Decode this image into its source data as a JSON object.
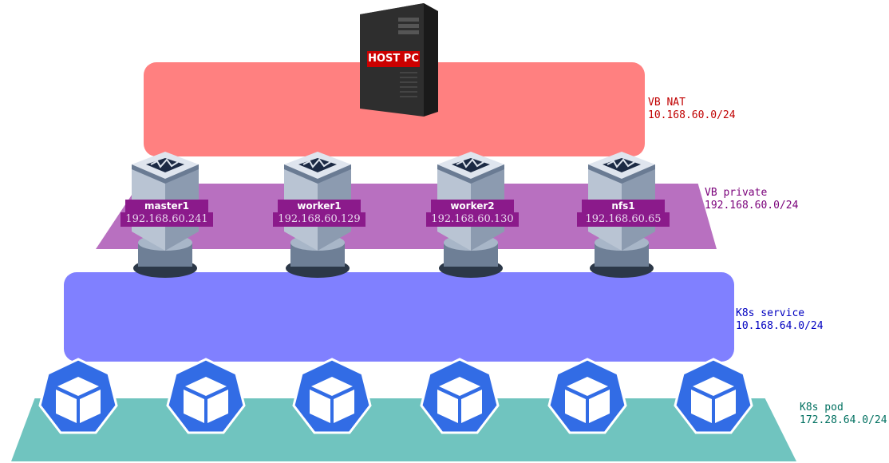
{
  "host": {
    "label": "HOST PC"
  },
  "networks": {
    "vb_nat": {
      "name": "VB NAT",
      "cidr": "10.168.60.0/24",
      "color": "#ff8080"
    },
    "vb_private": {
      "name": "VB private",
      "cidr": "192.168.60.0/24",
      "color": "#b870c0"
    },
    "k8s_service": {
      "name": "K8s service",
      "cidr": "10.168.64.0/24",
      "color": "#8080ff"
    },
    "k8s_pod": {
      "name": "K8s pod",
      "cidr": "172.28.64.0/24",
      "color": "#70c4bf"
    }
  },
  "vms": [
    {
      "name": "master1",
      "ip": "192.168.60.241",
      "icon": "virtualbox-icon"
    },
    {
      "name": "worker1",
      "ip": "192.168.60.129",
      "icon": "virtualbox-icon"
    },
    {
      "name": "worker2",
      "ip": "192.168.60.130",
      "icon": "virtualbox-icon"
    },
    {
      "name": "nfs1",
      "ip": "192.168.60.65",
      "icon": "virtualbox-icon"
    }
  ],
  "pods": [
    {
      "icon": "kubernetes-pod-icon"
    },
    {
      "icon": "kubernetes-pod-icon"
    },
    {
      "icon": "kubernetes-pod-icon"
    },
    {
      "icon": "kubernetes-pod-icon"
    },
    {
      "icon": "kubernetes-pod-icon"
    },
    {
      "icon": "kubernetes-pod-icon"
    }
  ]
}
